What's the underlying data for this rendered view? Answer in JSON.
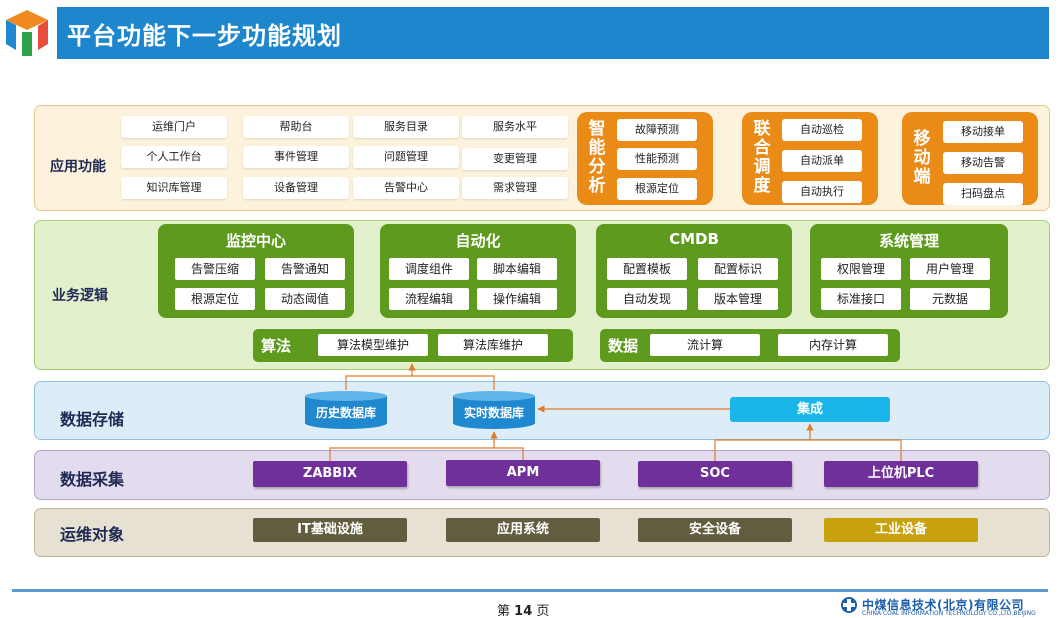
{
  "header": {
    "title": "平台功能下一步功能规划"
  },
  "layers": {
    "app": {
      "label": "应用功能",
      "items": [
        "运维门户",
        "帮助台",
        "服务目录",
        "服务水平",
        "个人工作台",
        "事件管理",
        "问题管理",
        "变更管理",
        "知识库管理",
        "设备管理",
        "告警中心",
        "需求管理"
      ],
      "panels": [
        {
          "title": "智能分析",
          "items": [
            "故障预测",
            "性能预测",
            "根源定位"
          ]
        },
        {
          "title": "联合调度",
          "items": [
            "自动巡检",
            "自动派单",
            "自动执行"
          ]
        },
        {
          "title": "移动端",
          "items": [
            "移动接单",
            "移动告警",
            "扫码盘点"
          ]
        }
      ]
    },
    "business": {
      "label": "业务逻辑",
      "modules": [
        {
          "title": "监控中心",
          "items": [
            "告警压缩",
            "告警通知",
            "根源定位",
            "动态阈值"
          ]
        },
        {
          "title": "自动化",
          "items": [
            "调度组件",
            "脚本编辑",
            "流程编辑",
            "操作编辑"
          ]
        },
        {
          "title": "CMDB",
          "items": [
            "配置模板",
            "配置标识",
            "自动发现",
            "版本管理"
          ]
        },
        {
          "title": "系统管理",
          "items": [
            "权限管理",
            "用户管理",
            "标准接口",
            "元数据"
          ]
        }
      ],
      "bars": [
        {
          "title": "算法",
          "items": [
            "算法模型维护",
            "算法库维护"
          ]
        },
        {
          "title": "数据",
          "items": [
            "流计算",
            "内存计算"
          ]
        }
      ]
    },
    "storage": {
      "label": "数据存储",
      "history_db": "历史数据库",
      "realtime_db": "实时数据库",
      "integration": "集成"
    },
    "collection": {
      "label": "数据采集",
      "items": [
        "ZABBIX",
        "APM",
        "SOC",
        "上位机PLC"
      ]
    },
    "ops": {
      "label": "运维对象",
      "items": [
        "IT基础设施",
        "应用系统",
        "安全设备",
        "工业设备"
      ]
    }
  },
  "footer": {
    "page_prefix": "第",
    "page_number": "14",
    "page_suffix": "页",
    "company_cn": "中煤信息技术(北京)有限公司",
    "company_en": "CHINA COAL INFORMATION TECHNOLOGY CO.,LTD.BEIJING"
  },
  "colors": {
    "title_bar": "#1e86cc",
    "orange": "#ea8b17",
    "green": "#5d9a1d",
    "purple": "#6f3199",
    "ops": "#625d3e",
    "ops_highlight": "#c8a10e",
    "integration": "#1ab6ea",
    "connector": "#e07a2c"
  }
}
